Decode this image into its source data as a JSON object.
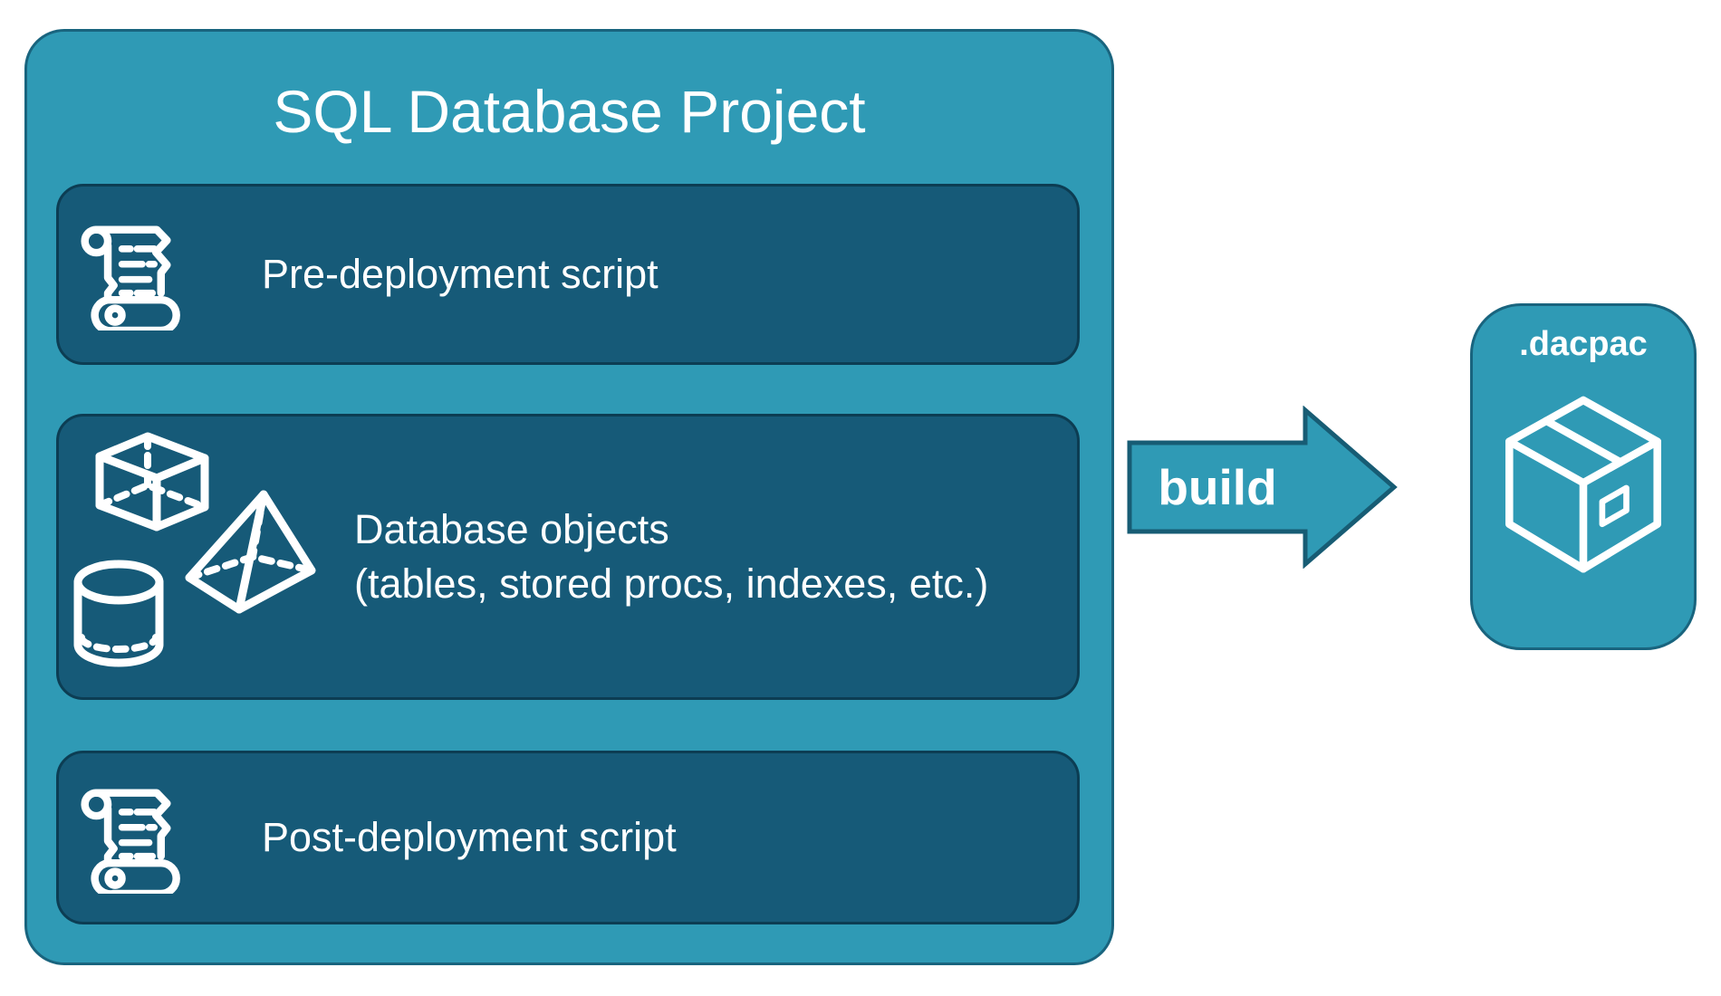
{
  "title": "SQL Database Project",
  "boxes": {
    "pre": {
      "label": "Pre-deployment script",
      "icon": "scroll-icon"
    },
    "objects": {
      "line1": "Database objects",
      "line2": "(tables, stored procs, indexes, etc.)",
      "icons": [
        "cube-icon",
        "pyramid-icon",
        "cylinder-icon"
      ]
    },
    "post": {
      "label": "Post-deployment script",
      "icon": "scroll-icon"
    }
  },
  "arrow": {
    "label": "build"
  },
  "artifact": {
    "label": ".dacpac",
    "icon": "package-icon"
  },
  "colors": {
    "background": "#FFFFFF",
    "container_fill": "#2F9AB5",
    "container_border": "#19647E",
    "inner_box_fill": "#165A78",
    "inner_box_border": "#0C3D53",
    "arrow_fill": "#2F9AB5",
    "arrow_border": "#175C74",
    "text": "#FFFFFF"
  }
}
